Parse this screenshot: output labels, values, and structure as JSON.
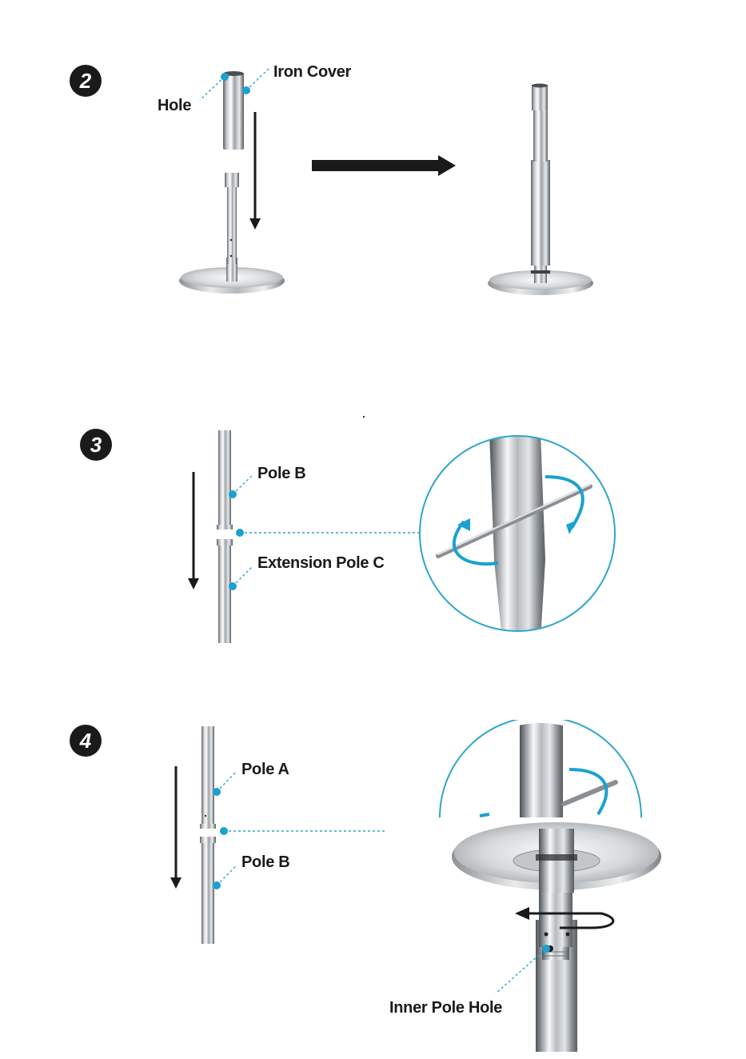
{
  "steps": [
    {
      "number": "2",
      "labels": {
        "iron_cover": "Iron Cover",
        "hole": "Hole"
      }
    },
    {
      "number": "3",
      "labels": {
        "pole_b": "Pole B",
        "extension_pole_c": "Extension Pole C"
      }
    },
    {
      "number": "4",
      "labels": {
        "pole_a": "Pole A",
        "pole_b": "Pole B",
        "inner_pole_hole": "Inner Pole Hole"
      }
    }
  ],
  "colors": {
    "accent": "#19a2cf",
    "ink": "#1a1a1a",
    "steel_dark": "#6f7377",
    "steel_light": "#f4f6f7"
  }
}
